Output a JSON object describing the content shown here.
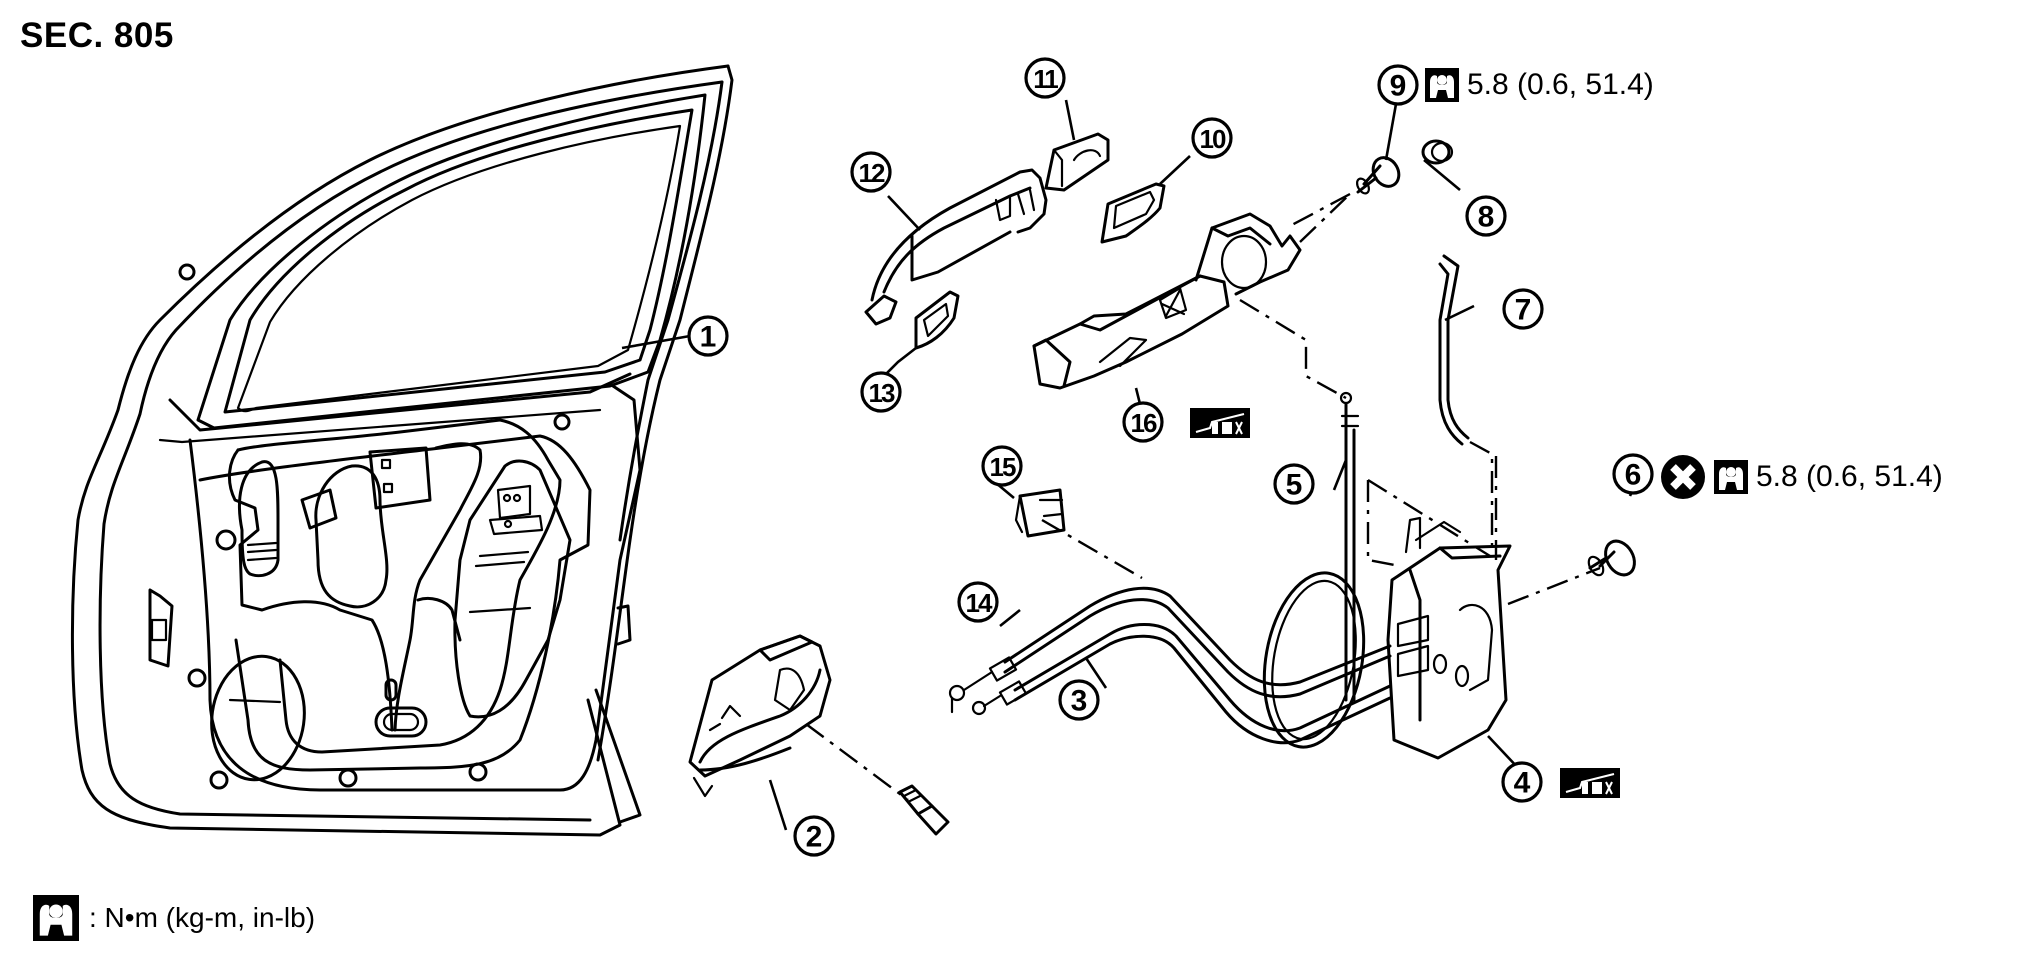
{
  "section_title": "SEC. 805",
  "legend": {
    "icon": "torque-wrench-icon",
    "text": ": N•m (kg-m, in-lb)"
  },
  "torque_specs": [
    {
      "part": "9",
      "icon": "torque-wrench-icon",
      "value": "5.8 (0.6, 51.4)",
      "no_reuse": false
    },
    {
      "part": "6",
      "icon": "torque-wrench-icon",
      "value": "5.8 (0.6, 51.4)",
      "no_reuse": true
    }
  ],
  "callouts": [
    {
      "id": "1",
      "label": "1",
      "part": "front-door-panel"
    },
    {
      "id": "2",
      "label": "2",
      "part": "inside-handle"
    },
    {
      "id": "3",
      "label": "3",
      "part": "inside-handle-cable"
    },
    {
      "id": "4",
      "label": "4",
      "part": "door-lock-assembly"
    },
    {
      "id": "5",
      "label": "5",
      "part": "key-rod"
    },
    {
      "id": "6",
      "label": "6",
      "part": "lock-screw"
    },
    {
      "id": "7",
      "label": "7",
      "part": "outside-handle-rod"
    },
    {
      "id": "8",
      "label": "8",
      "part": "grommet"
    },
    {
      "id": "9",
      "label": "9",
      "part": "bracket-bolt"
    },
    {
      "id": "10",
      "label": "10",
      "part": "rear-gasket"
    },
    {
      "id": "11",
      "label": "11",
      "part": "escutcheon"
    },
    {
      "id": "12",
      "label": "12",
      "part": "outside-handle"
    },
    {
      "id": "13",
      "label": "13",
      "part": "front-gasket"
    },
    {
      "id": "14",
      "label": "14",
      "part": "lock-knob-cable"
    },
    {
      "id": "15",
      "label": "15",
      "part": "cable-clip"
    },
    {
      "id": "16",
      "label": "16",
      "part": "outside-handle-bracket"
    }
  ],
  "grease_badges": [
    {
      "part": "16",
      "icon": "grease-application-icon"
    },
    {
      "part": "4",
      "icon": "grease-application-icon"
    }
  ]
}
